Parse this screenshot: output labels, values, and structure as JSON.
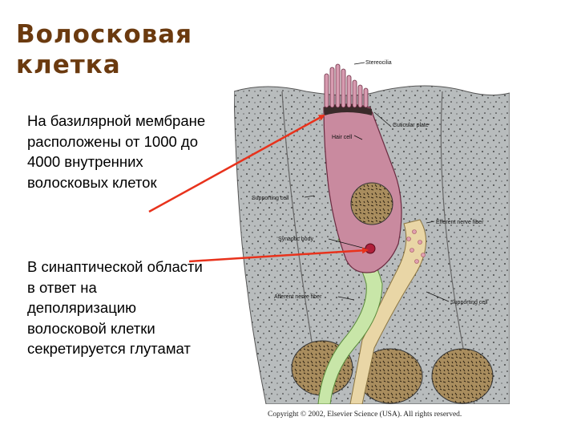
{
  "title": "Волосковая клетка",
  "paragraphs": [
    "На базилярной мембране расположены от 1000 до 4000 внутренних волосковых клеток",
    "В синаптической области в ответ на деполяризацию волосковой клетки секретируется глутамат"
  ],
  "figure": {
    "labels": {
      "stereocilia": "Stereocilia",
      "cuticular_plate": "Cuticular plate",
      "hair_cell": "Hair cell",
      "supporting_cell_left": "Supporting cell",
      "efferent_nerve_fiber": "Efferent nerve fiber",
      "synaptic_body": "Synaptic body",
      "afferent_nerve_fiber": "Afferent nerve fiber",
      "supporting_cell_right": "Supporting cell"
    },
    "copyright": "Copyright © 2002, Elsevier Science (USA). All rights reserved."
  },
  "colors": {
    "title": "#6b3a0f",
    "arrow": "#e8321c",
    "hair_cell": "#c98a9f",
    "supporting_cell": "#b8bcbd",
    "nucleus": "#a98d5e",
    "afferent": "#c8e6a8",
    "efferent": "#e9d6a6"
  }
}
